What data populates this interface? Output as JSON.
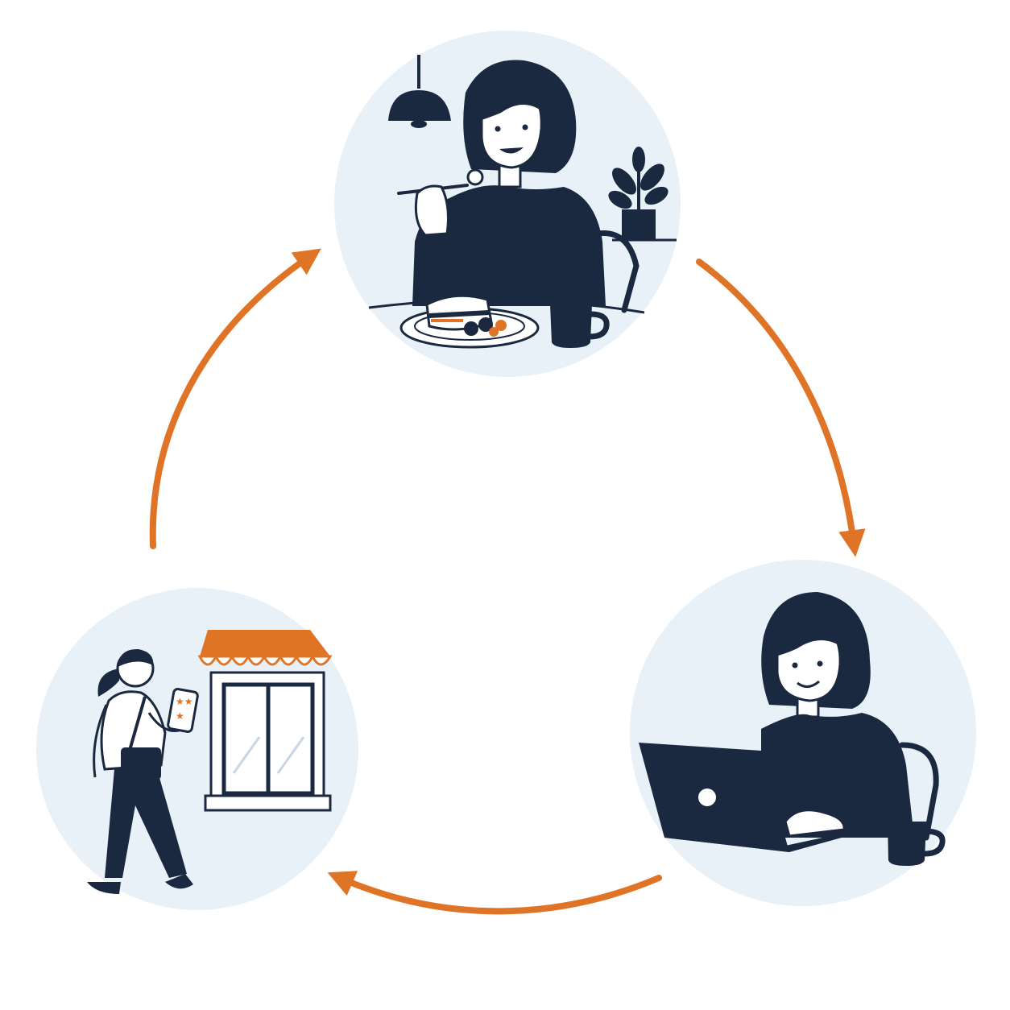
{
  "diagram": {
    "type": "cycle",
    "stages": [
      {
        "id": "dine",
        "scene": "woman-eating-at-restaurant",
        "icons": [
          "pendant-lamp",
          "potted-plant",
          "plate-of-food",
          "coffee-mug",
          "chair"
        ]
      },
      {
        "id": "review",
        "scene": "woman-typing-on-laptop",
        "icons": [
          "laptop",
          "coffee-mug",
          "chair"
        ]
      },
      {
        "id": "visit",
        "scene": "woman-walking-to-store-with-phone",
        "icons": [
          "storefront-awning",
          "smartphone-rating",
          "shoulder-bag"
        ]
      }
    ],
    "flow": [
      "dine",
      "review",
      "visit",
      "dine"
    ]
  },
  "colors": {
    "background": "#ffffff",
    "circle_fill": "#e8f0f8",
    "navy": "#1b2940",
    "accent_orange": "#e07426",
    "skin": "#ffffff"
  },
  "phone_rating_stars": 3
}
